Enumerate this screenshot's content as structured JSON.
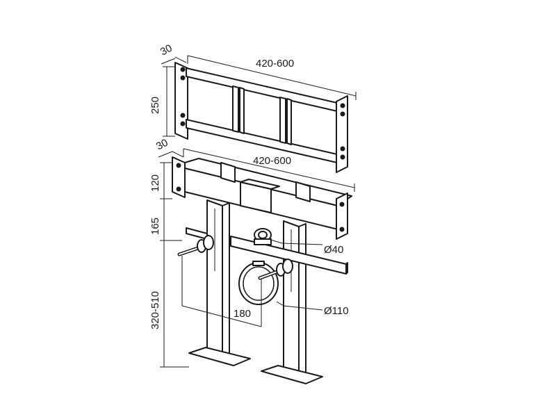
{
  "dimensions": {
    "top_depth": "30",
    "top_width": "420-600",
    "top_height": "250",
    "bottom_depth": "30",
    "bottom_width": "420-600",
    "frame_top_height": "120",
    "mid_height": "165",
    "leg_height": "320-510",
    "pipe_spacing": "180",
    "small_pipe_diameter": "Ø40",
    "large_pipe_diameter": "Ø110"
  }
}
